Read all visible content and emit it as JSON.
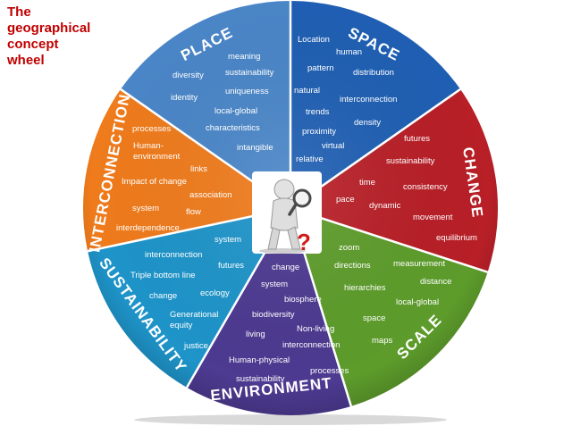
{
  "title_lines": [
    "The",
    "geographical",
    "concept",
    "wheel"
  ],
  "center_icon": "magnifier-figure-icon",
  "question_mark": "?",
  "segments": [
    {
      "heading": "PLACE",
      "color": "#4a86c8",
      "words": [
        "meaning",
        "diversity",
        "sustainability",
        "identity",
        "uniqueness",
        "local-global",
        "characteristics",
        "intangible"
      ]
    },
    {
      "heading": "SPACE",
      "color": "#1f5fb3",
      "words": [
        "Location",
        "human",
        "pattern",
        "distribution",
        "natural",
        "interconnection",
        "trends",
        "density",
        "proximity",
        "virtual",
        "relative"
      ]
    },
    {
      "heading": "CHANGE",
      "color": "#b81f27",
      "words": [
        "futures",
        "sustainability",
        "time",
        "consistency",
        "pace",
        "dynamic",
        "movement",
        "equilibrium"
      ]
    },
    {
      "heading": "SCALE",
      "color": "#5d9c2b",
      "words": [
        "zoom",
        "directions",
        "measurement",
        "distance",
        "hierarchies",
        "local-global",
        "space",
        "maps"
      ]
    },
    {
      "heading": "ENVIRONMENT",
      "color": "#4d3a91",
      "words": [
        "change",
        "system",
        "biosphere",
        "biodiversity",
        "living",
        "Non-living",
        "interconnection",
        "Human-physical",
        "processes",
        "sustainability"
      ]
    },
    {
      "heading": "SUSTAINABILITY",
      "color": "#1e94c9",
      "words": [
        "system",
        "interconnection",
        "futures",
        "Triple bottom line",
        "change",
        "ecology",
        "Generational equity",
        "justice"
      ]
    },
    {
      "heading": "INTERCONNECTION",
      "color": "#ef7b1c",
      "words": [
        "processes",
        "Human-environment",
        "links",
        "Impact of change",
        "association",
        "system",
        "flow",
        "interdependence"
      ]
    }
  ]
}
